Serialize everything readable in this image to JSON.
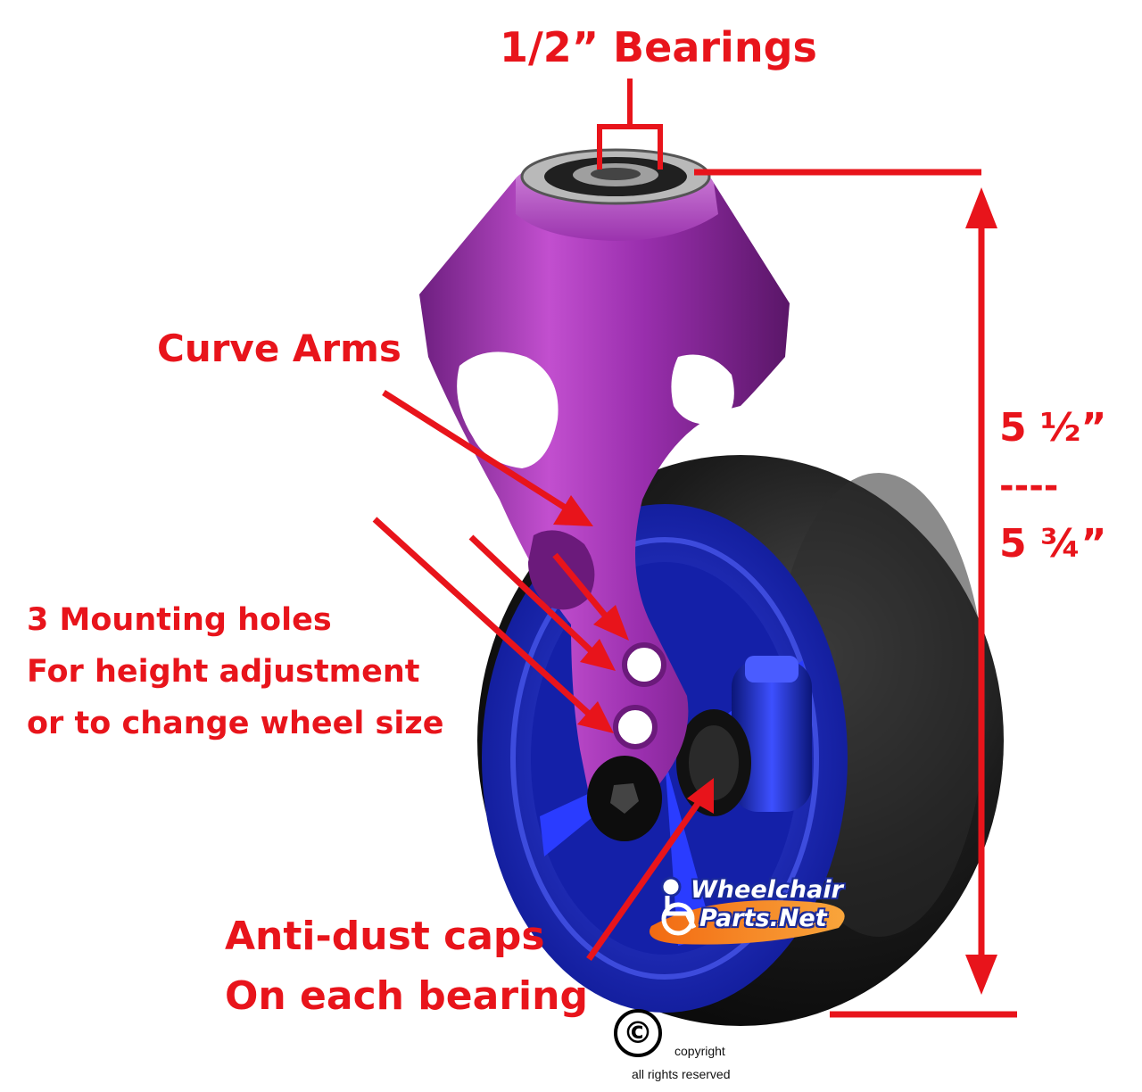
{
  "labels": {
    "bearings": "1/2” Bearings",
    "curve_arms": "Curve Arms",
    "mounting_holes": [
      "3 Mounting holes",
      "For height adjustment",
      "or to change wheel size"
    ],
    "height_min": "5 ½”",
    "height_separator": "----",
    "height_max": "5 ¾”",
    "dust_caps": [
      "Anti-dust caps",
      "On each bearing"
    ]
  },
  "logo": {
    "line1": "Wheelchair",
    "line2": "Parts.Net"
  },
  "copyright": {
    "symbol": "©",
    "text": "copyright",
    "rights": "all rights reserved"
  },
  "colors": {
    "annotation_red": "#e8141b",
    "fork_purple": "#a83bb8",
    "rim_blue": "#1f2fc8",
    "tire_black": "#141414"
  }
}
